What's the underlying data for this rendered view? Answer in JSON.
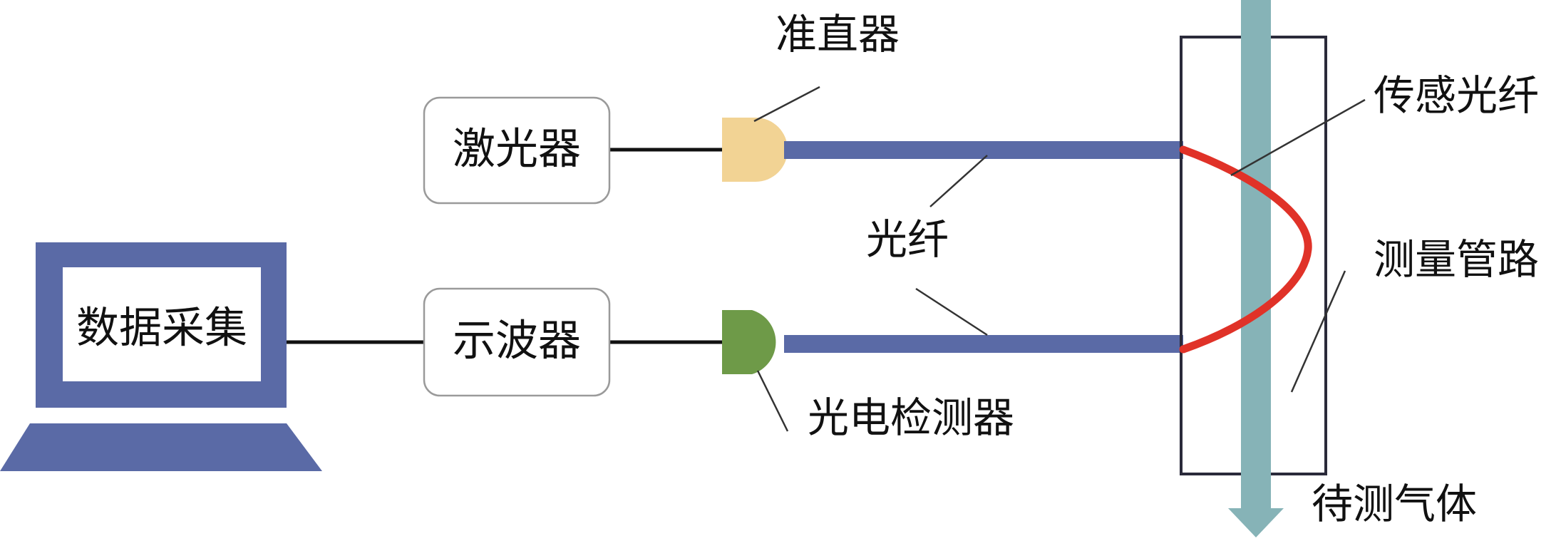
{
  "labels": {
    "laptop": "数据采集",
    "laser": "激光器",
    "oscilloscope": "示波器",
    "collimator": "准直器",
    "fiber": "光纤",
    "photodetector": "光电检测器",
    "sensing_fiber": "传感光纤",
    "measurement_pipe": "测量管路",
    "gas_to_measure": "待测气体"
  },
  "colors": {
    "laptop_frame": "#5a6aa6",
    "collimator": "#f2d394",
    "photodetector": "#6e9a48",
    "fiber": "#5a6aa6",
    "sensing_fiber": "#e03228",
    "gas_flow": "#86b3b7",
    "pipe_outline": "#2a2a3a",
    "box_border": "#9a9a9a"
  },
  "icons": {
    "laptop": "laptop-icon",
    "collimator": "collimator-icon",
    "photodetector": "photodetector-icon",
    "gas_flow": "down-arrow-icon"
  }
}
